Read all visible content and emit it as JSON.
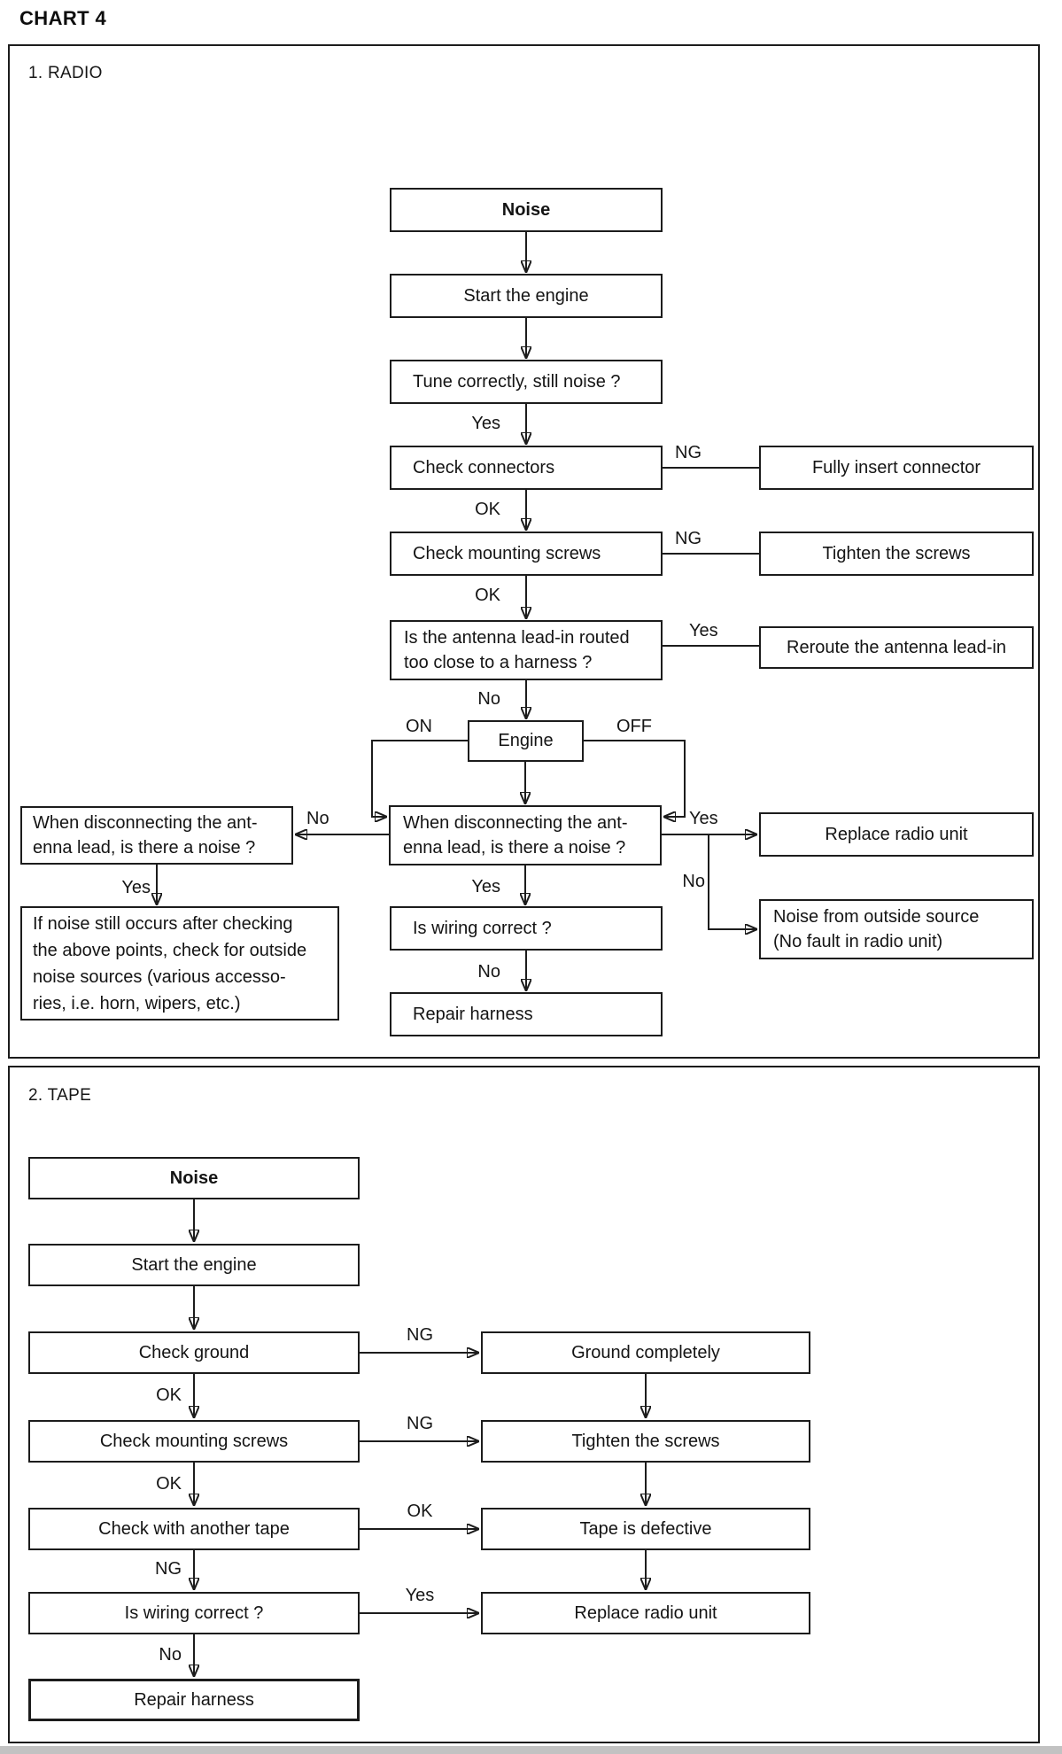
{
  "page": {
    "title": "CHART 4"
  },
  "radio": {
    "heading": "1. RADIO",
    "boxes": {
      "noise": "Noise",
      "start_engine": "Start the engine",
      "tune": "Tune correctly, still noise ?",
      "check_connectors": "Check connectors",
      "fully_insert": "Fully insert connector",
      "check_screws": "Check mounting screws",
      "tighten_screws": "Tighten the screws",
      "antenna_line1": "Is the antenna lead-in routed",
      "antenna_line2": "too close to a harness ?",
      "reroute": "Reroute the antenna lead-in",
      "engine": "Engine",
      "disc_center_line1": "When disconnecting the ant-",
      "disc_center_line2": "enna lead, is there a noise ?",
      "disc_left_line1": "When disconnecting the ant-",
      "disc_left_line2": "enna lead, is there a noise ?",
      "outside_line1": "If noise still occurs after checking",
      "outside_line2": "the above points, check for outside",
      "outside_line3": "noise sources (various accesso-",
      "outside_line4": "ries, i.e. horn, wipers, etc.)",
      "wiring": "Is wiring correct ?",
      "repair": "Repair harness",
      "replace": "Replace radio unit",
      "outside_source_line1": "Noise from outside source",
      "outside_source_line2": "(No fault in radio unit)"
    },
    "edge_labels": {
      "tune_yes": "Yes",
      "connectors_ng": "NG",
      "connectors_ok": "OK",
      "screws_ng": "NG",
      "screws_ok": "OK",
      "antenna_yes": "Yes",
      "antenna_no": "No",
      "engine_on": "ON",
      "engine_off": "OFF",
      "disc_no_left": "No",
      "disc_left_yes": "Yes",
      "disc_yes_down": "Yes",
      "disc_yes_right": "Yes",
      "disc_no_right": "No",
      "wiring_no": "No"
    }
  },
  "tape": {
    "heading": "2. TAPE",
    "boxes": {
      "noise": "Noise",
      "start_engine": "Start the engine",
      "check_ground": "Check ground",
      "ground_completely": "Ground completely",
      "check_screws": "Check mounting screws",
      "tighten_screws": "Tighten the screws",
      "check_tape": "Check with another tape",
      "tape_defective": "Tape is defective",
      "wiring": "Is wiring correct ?",
      "replace": "Replace radio unit",
      "repair": "Repair harness"
    },
    "edge_labels": {
      "ground_ng": "NG",
      "ground_ok": "OK",
      "screws_ng": "NG",
      "screws_ok": "OK",
      "tape_ok": "OK",
      "tape_ng": "NG",
      "wiring_yes": "Yes",
      "wiring_no": "No"
    }
  }
}
